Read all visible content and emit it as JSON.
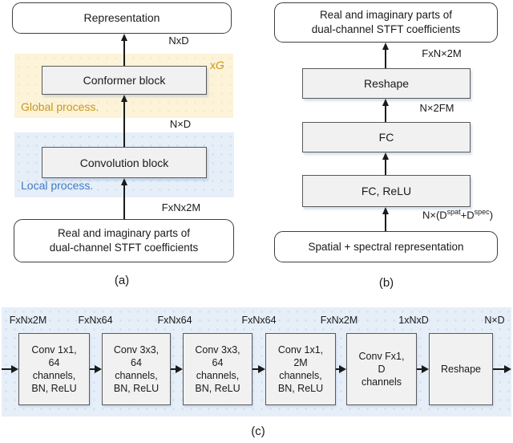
{
  "colors": {
    "global_band": "#fcf3d9",
    "local_band": "#e6eef8",
    "block_fill": "#f1f1f1",
    "gold_text": "#c9971b",
    "blue_text": "#3d7bc4"
  },
  "diagram_a": {
    "caption": "(a)",
    "top_box": "Representation",
    "dim_top": "NxD",
    "repeat_label": {
      "x": "x",
      "g": "G"
    },
    "conformer_box": "Conformer block",
    "global_band_label": "Global process.",
    "dim_mid": "N×D",
    "convolution_box": "Convolution block",
    "local_band_label": "Local process.",
    "dim_input": "FxNx2M",
    "bottom_box": "Real and imaginary parts of\ndual-channel STFT coefficients"
  },
  "diagram_b": {
    "caption": "(b)",
    "top_box": "Real and imaginary parts of\ndual-channel STFT coefficients",
    "dim_top": "FxN×2M",
    "reshape_box": "Reshape",
    "dim_mid": "N×2FM",
    "fc_box": "FC",
    "fc_relu_box": "FC, ReLU",
    "dim_input": {
      "p1": "N×(D",
      "sup1": "spat",
      "p2": "+D",
      "sup2": "spec",
      "p3": ")"
    },
    "bottom_box": "Spatial + spectral representation"
  },
  "diagram_c": {
    "caption": "(c)",
    "labels": [
      "FxNx2M",
      "FxNx64",
      "FxNx64",
      "FxNx64",
      "FxNx2M",
      "1xNxD",
      "N×D"
    ],
    "boxes": [
      "Conv 1x1,\n64\nchannels,\nBN, ReLU",
      "Conv 3x3,\n64\nchannels,\nBN, ReLU",
      "Conv 3x3,\n64\nchannels,\nBN, ReLU",
      "Conv 1x1,\n2M\nchannels,\nBN, ReLU",
      "Conv Fx1,\nD\nchannels",
      "Reshape"
    ]
  }
}
